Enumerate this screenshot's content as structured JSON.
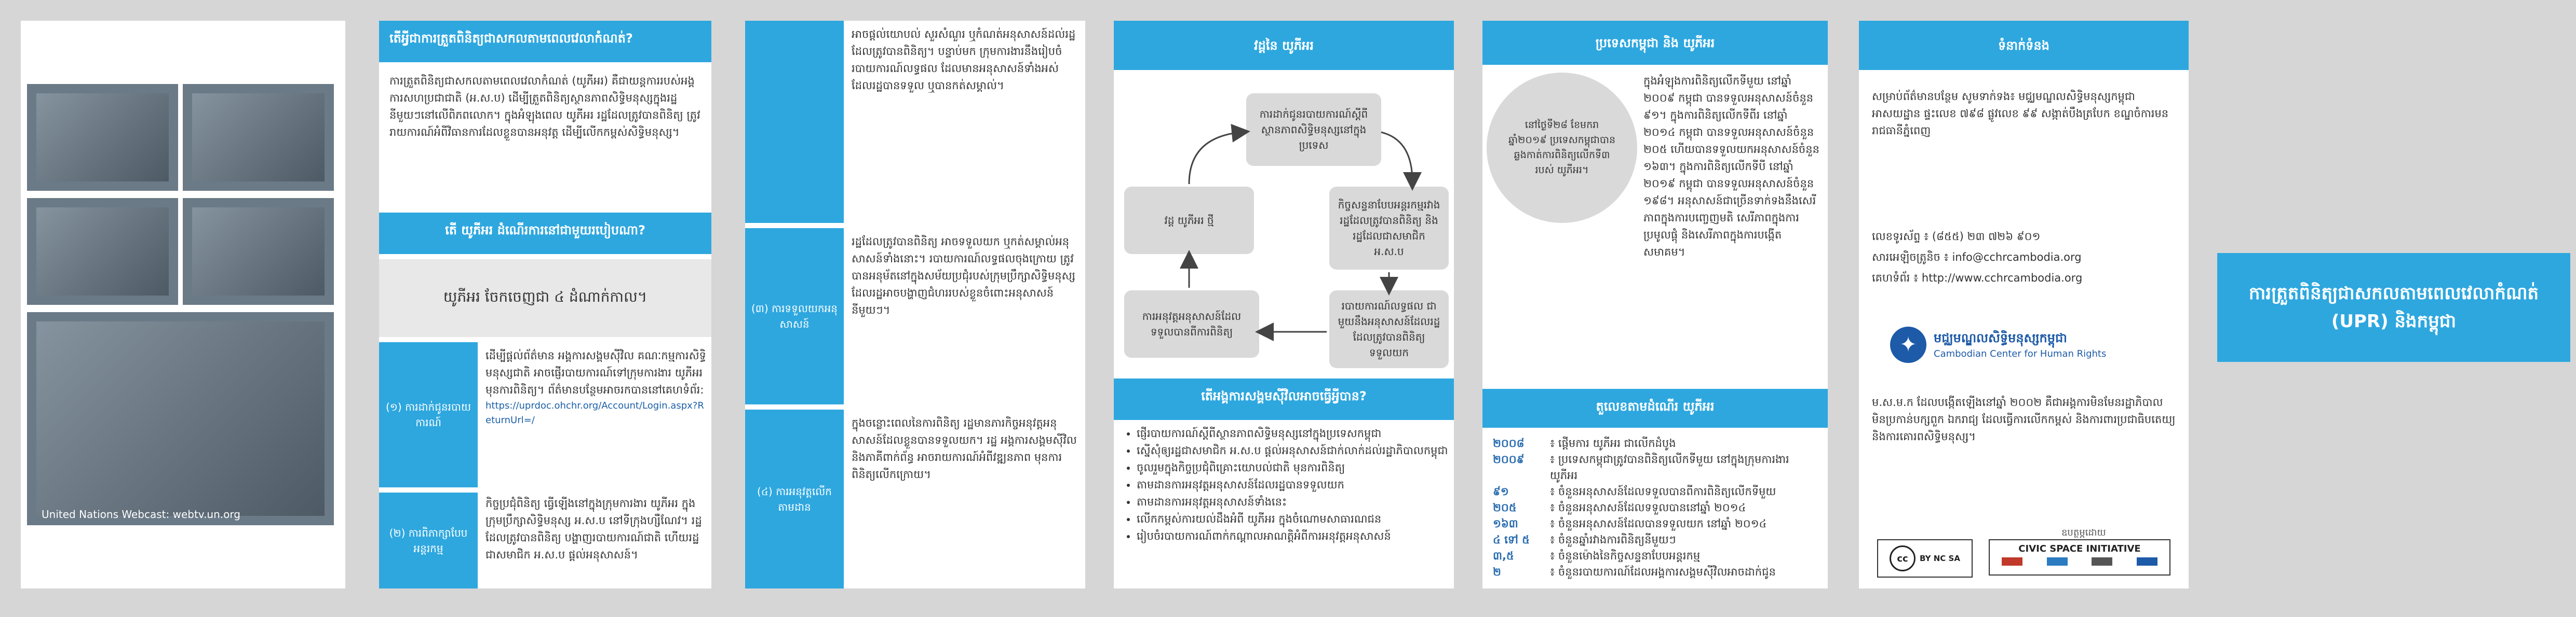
{
  "p1": {
    "caption": "United Nations Webcast: webtv.un.org"
  },
  "p2": {
    "head1": "តើអ្វីជាការត្រួតពិនិត្យជាសកលតាមពេលវេលាកំណត់?",
    "body1": "ការត្រួតពិនិត្យជាសកលតាមពេលវេលាកំណត់ (យូភីអរ) គឺជាយន្តការរបស់អង្គការសហប្រជាជាតិ (អ.ស.ប) ដើម្បីត្រួតពិនិត្យស្ថានភាពសិទ្ធិមនុស្សក្នុងរដ្ឋនីមួយៗនៅលើពិភពលោក។ ក្នុងអំឡុងពេល យូភីអរ រដ្ឋដែលត្រូវបានពិនិត្យ ត្រូវរាយការណ៍អំពីវិធានការដែលខ្លួនបានអនុវត្ត ដើម្បីលើកកម្ពស់សិទ្ធិមនុស្ស។",
    "head2": "តើ យូភីអរ ដំណើរការនៅជាមួយរបៀបណា?",
    "stages": "យូភីអរ ចែកចេញជា ៤ ដំណាក់កាល។",
    "s1_label": "(១) ការដាក់ជូនរបាយការណ៍",
    "s1_body": "ដើម្បីផ្តល់ព័ត៌មាន អង្គការសង្គមស៊ីវិល គណៈកម្មការសិទ្ធិមនុស្សជាតិ អាចផ្ញើរបាយការណ៍ទៅក្រុមការងារ យូភីអរ មុនការពិនិត្យ។ ព័ត៌មានបន្ថែមអាចរកបាននៅគេហទំព័រ:",
    "s1_link": "https://uprdoc.ohchr.org/Account/Login.aspx?ReturnUrl=/",
    "s2_label": "(២) ការពិភាក្សាបែបអន្តរកម្ម",
    "s2_body": "កិច្ចប្រជុំពិនិត្យ ធ្វើឡើងនៅក្នុងក្រុមការងារ យូភីអរ ក្នុងក្រុមប្រឹក្សាសិទ្ធិមនុស្ស អ.ស.ប នៅទីក្រុងហ្សឺណែវ។ រដ្ឋដែលត្រូវបានពិនិត្យ បង្ហាញរបាយការណ៍ជាតិ ហើយរដ្ឋជាសមាជិក អ.ស.ប ផ្តល់អនុសាសន៍។"
  },
  "p3": {
    "intro": "អាចផ្តល់យោបល់ សួរសំណួរ ឬកំណត់អនុសាសន៍ដល់រដ្ឋដែលត្រូវបានពិនិត្យ។ បន្ទាប់មក ក្រុមការងារនឹងរៀបចំរបាយការណ៍លទ្ធផល ដែលមានអនុសាសន៍ទាំងអស់ ដែលរដ្ឋបានទទួល ឬបានកត់សម្គាល់។",
    "s3_label": "(៣) ការទទួលយកអនុសាសន៍",
    "s3_body": "រដ្ឋដែលត្រូវបានពិនិត្យ អាចទទួលយក ឬកត់សម្គាល់អនុសាសន៍ទាំងនោះ។ របាយការណ៍លទ្ធផលចុងក្រោយ ត្រូវបានអនុម័តនៅក្នុងសម័យប្រជុំរបស់ក្រុមប្រឹក្សាសិទ្ធិមនុស្ស ដែលរដ្ឋអាចបង្ហាញជំហររបស់ខ្លួនចំពោះអនុសាសន៍នីមួយៗ។",
    "s4_label": "(៤) ការអនុវត្តលើកតាមដាន",
    "s4_body": "ក្នុងចន្លោះពេលនៃការពិនិត្យ រដ្ឋមានភារកិច្ចអនុវត្តអនុសាសន៍ដែលខ្លួនបានទទួលយក។ រដ្ឋ អង្គការសង្គមស៊ីវិល និងភាគីពាក់ព័ន្ធ អាចរាយការណ៍អំពីវឌ្ឍនភាព មុនការពិនិត្យលើកក្រោយ។"
  },
  "p4": {
    "head": "វដ្តនៃ យូភីអរ",
    "c1": "ការដាក់ជូនរបាយការណ៍ស្តីពីស្ថានភាពសិទ្ធិមនុស្សនៅក្នុងប្រទេស",
    "c2": "កិច្ចសន្ទនាបែបអន្តរកម្មរវាងរដ្ឋដែលត្រូវបានពិនិត្យ និងរដ្ឋដែលជាសមាជិក អ.ស.ប",
    "c3": "របាយការណ៍លទ្ធផល ជាមួយនឹងអនុសាសន៍ដែលរដ្ឋដែលត្រូវបានពិនិត្យទទួលយក",
    "c4": "ការអនុវត្តអនុសាសន៍ដែលទទួលបានពីការពិនិត្យ",
    "c5": "វដ្ត យូភីអរ ថ្មី",
    "head2": "តើអង្គការសង្គមស៊ីវិលអាចធ្វើអ្វីបាន?",
    "items": [
      "ផ្ញើរបាយការណ៍ស្តីពីស្ថានភាពសិទ្ធិមនុស្សនៅក្នុងប្រទេសកម្ពុជា",
      "ស្នើសុំឲ្យរដ្ឋជាសមាជិក អ.ស.ប ផ្តល់អនុសាសន៍ជាក់លាក់ដល់រដ្ឋាភិបាលកម្ពុជា",
      "ចូលរួមក្នុងកិច្ចប្រជុំពិគ្រោះយោបល់ជាតិ មុនការពិនិត្យ",
      "តាមដានការអនុវត្តអនុសាសន៍ដែលរដ្ឋបានទទួលយក",
      "តាមដានការអនុវត្តអនុសាសន៍ទាំងនេះ",
      "លើកកម្ពស់ការយល់ដឹងអំពី យូភីអរ ក្នុងចំណោមសាធារណជន",
      "រៀបចំរបាយការណ៍ពាក់កណ្តាលអាណត្តិអំពីការអនុវត្តអនុសាសន៍"
    ]
  },
  "p5": {
    "head": "ប្រទេសកម្ពុជា និង យូភីអរ",
    "circle": "នៅថ្ងៃទី២៨ ខែមករា ឆ្នាំ២០១៩ ប្រទេសកម្ពុជាបានឆ្លងកាត់ការពិនិត្យលើកទី៣ របស់ យូភីអរ។",
    "body": "ក្នុងអំឡុងការពិនិត្យលើកទីមួយ នៅឆ្នាំ ២០០៩ កម្ពុជា បានទទួលអនុសាសន៍ចំនួន ៩១។ ក្នុងការពិនិត្យលើកទីពីរ នៅឆ្នាំ ២០១៤ កម្ពុជា បានទទួលអនុសាសន៍ចំនួន ២០៥ ហើយបានទទួលយកអនុសាសន៍ចំនួន ១៦៣។ ក្នុងការពិនិត្យលើកទីបី នៅឆ្នាំ ២០១៩ កម្ពុជា បានទទួលអនុសាសន៍ចំនួន ១៩៨។ អនុសាសន៍ជាច្រើនទាក់ទងនឹងសេរីភាពក្នុងការបញ្ចេញមតិ សេរីភាពក្នុងការប្រមូលផ្តុំ និងសេរីភាពក្នុងការបង្កើតសមាគម។",
    "head2": "តួលេខតាមដំណើរ យូភីអរ",
    "rows": [
      {
        "y": "២០០៨",
        "t": "៖ ផ្តើមការ យូភីអរ ជាលើកដំបូង"
      },
      {
        "y": "២០០៩",
        "t": "៖ ប្រទេសកម្ពុជាត្រូវបានពិនិត្យលើកទីមួយ នៅក្នុងក្រុមការងារ យូភីអរ"
      },
      {
        "y": "៩១",
        "t": "៖ ចំនួនអនុសាសន៍ដែលទទួលបានពីការពិនិត្យលើកទីមួយ"
      },
      {
        "y": "២០៥",
        "t": "៖ ចំនួនអនុសាសន៍ដែលទទួលបាននៅឆ្នាំ ២០១៤"
      },
      {
        "y": "១៦៣",
        "t": "៖ ចំនួនអនុសាសន៍ដែលបានទទួលយក នៅឆ្នាំ ២០១៤"
      },
      {
        "y": "៤ ទៅ ៥",
        "t": "៖ ចំនួនឆ្នាំរវាងការពិនិត្យនីមួយៗ"
      },
      {
        "y": "៣,៥",
        "t": "៖ ចំនួនម៉ោងនៃកិច្ចសន្ទនាបែបអន្តរកម្ម"
      },
      {
        "y": "២",
        "t": "៖ ចំនួនរបាយការណ៍ដែលអង្គការសង្គមស៊ីវិលអាចដាក់ជូន"
      }
    ]
  },
  "p6": {
    "head": "ទំនាក់ទំនង",
    "contact": "សម្រាប់ព័ត៌មានបន្ថែម សូមទាក់ទង៖ មជ្ឈមណ្ឌលសិទ្ធិមនុស្សកម្ពុជា អាសយដ្ឋាន ផ្ទះលេខ ៧៩៨ ផ្លូវលេខ ៩៩ សង្កាត់បឹងត្របែក ខណ្ឌចំការមន រាជធានីភ្នំពេញ",
    "tel": "លេខទូរស័ព្ទ ៖ (៨៥៥) ២៣ ៧២៦ ៩០១",
    "email": "សារអេឡិចត្រូនិច ៖ info@cchrcambodia.org",
    "web": "គេហទំព័រ ៖ http://www.cchrcambodia.org",
    "org_kh": "មជ្ឈមណ្ឌលសិទ្ធិមនុស្សកម្ពុជា",
    "org_en": "Cambodian Center for Human Rights",
    "about": "ម.ស.ម.ក ដែលបង្កើតឡើងនៅឆ្នាំ ២០០២ គឺជាអង្គការមិនមែនរដ្ឋាភិបាល មិនប្រកាន់បក្សពួក ឯករាជ្យ ដែលធ្វើការលើកកម្ពស់ និងការពារប្រជាធិបតេយ្យ និងការគោរពសិទ្ធិមនុស្ស។",
    "support": "ឧបត្ថម្ភដោយ",
    "cc": "BY NC SA",
    "civic": "CIVIC SPACE INITIATIVE"
  },
  "cover": {
    "title": "ការត្រួតពិនិត្យជាសកលតាមពេលវេលាកំណត់ (UPR) និងកម្ពុជា"
  }
}
